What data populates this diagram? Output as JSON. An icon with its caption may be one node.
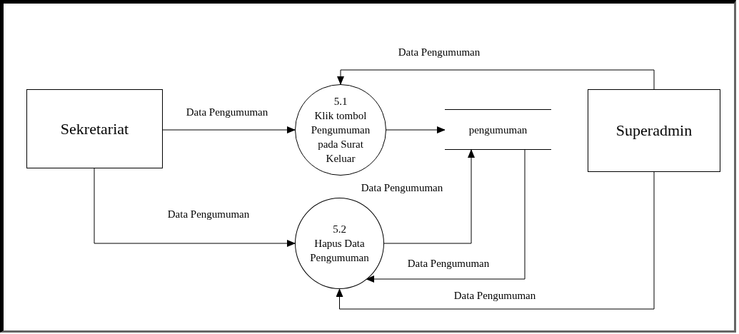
{
  "diagram": {
    "nodes": [
      {
        "text": [
          "Sekretariat"
        ]
      },
      {
        "text": [
          "5.1",
          "Klik tombol Pengumuman pada Surat Keluar"
        ]
      },
      {
        "text": [
          "pengumuman"
        ]
      },
      {
        "text": [
          "Superadmin"
        ]
      },
      {
        "text": [
          "5.2",
          "Hapus Data Pengumuman"
        ]
      }
    ],
    "edges": [
      {
        "from": 3,
        "to": 1,
        "arrow": "to",
        "label": "Data Pengumuman"
      },
      {
        "from": 0,
        "to": 1,
        "arrow": "to",
        "label": "Data Pengumuman"
      },
      {
        "from": 1,
        "to": 2,
        "arrow": "to"
      },
      {
        "from": 4,
        "to": 2,
        "arrow": "to",
        "label": "Data Pengumuman"
      },
      {
        "from": 0,
        "to": 4,
        "arrow": "to",
        "label": "Data Pengumuman"
      },
      {
        "from": 2,
        "to": 4,
        "arrow": "to",
        "label": "Data Pengumuman"
      },
      {
        "from": 3,
        "to": 4,
        "arrow": "to",
        "label": "Data Pengumuman"
      }
    ]
  }
}
